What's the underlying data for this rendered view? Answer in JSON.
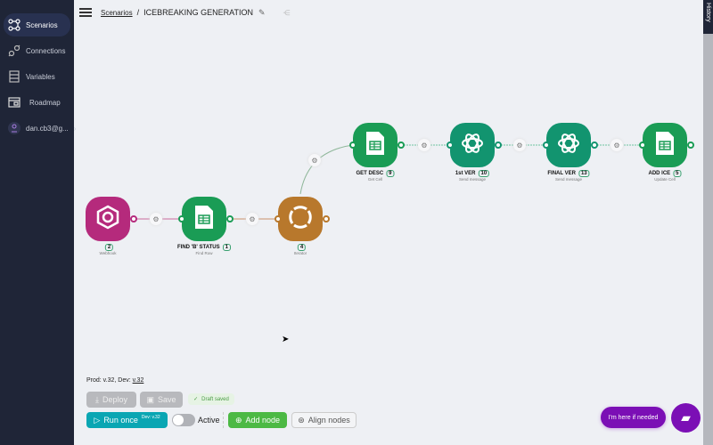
{
  "sidebar": {
    "items": [
      {
        "label": "Scenarios",
        "icon": "scenarios-icon"
      },
      {
        "label": "Connections",
        "icon": "connections-icon"
      },
      {
        "label": "Variables",
        "icon": "variables-icon"
      },
      {
        "label": "Roadmap",
        "icon": "roadmap-icon"
      },
      {
        "label": "dan.cb3@g...",
        "icon": "avatar"
      }
    ]
  },
  "header": {
    "breadcrumb": "Scenarios",
    "separator": "/",
    "title": "ICEBREAKING GENERATION"
  },
  "history": "History",
  "nodes": [
    {
      "name": "",
      "id": "2",
      "sub": "Webhook",
      "color": "#b52a7c"
    },
    {
      "name": "FIND 'B' STATUS",
      "id": "1",
      "sub": "Find Row",
      "color": "#1a9c55"
    },
    {
      "name": "",
      "id": "4",
      "sub": "Iterator",
      "color": "#b8782c"
    },
    {
      "name": "GET DESC",
      "id": "9",
      "sub": "Get Cell",
      "color": "#1a9c55"
    },
    {
      "name": "1st VER",
      "id": "10",
      "sub": "Send message",
      "color": "#12946f"
    },
    {
      "name": "FINAL VER",
      "id": "13",
      "sub": "Send message",
      "color": "#12946f"
    },
    {
      "name": "ADD ICE",
      "id": "5",
      "sub": "Update Cell",
      "color": "#1a9c55"
    }
  ],
  "footer": {
    "version_prefix": "Prod: v.32, Dev:",
    "version_link": "v.32",
    "deploy": "Deploy",
    "save": "Save",
    "draft": "Draft saved",
    "run_once": "Run once",
    "run_dev": "Dev: v.32",
    "active": "Active",
    "active_on": false,
    "add_node": "Add node",
    "align": "Align nodes"
  },
  "chat": {
    "bubble": "I'm here if needed"
  },
  "colors": {
    "sidebar": "#1f2537",
    "accent_teal": "#0aa6b3",
    "add_green": "#4cb944",
    "chat_purple": "#7b0fb5"
  }
}
